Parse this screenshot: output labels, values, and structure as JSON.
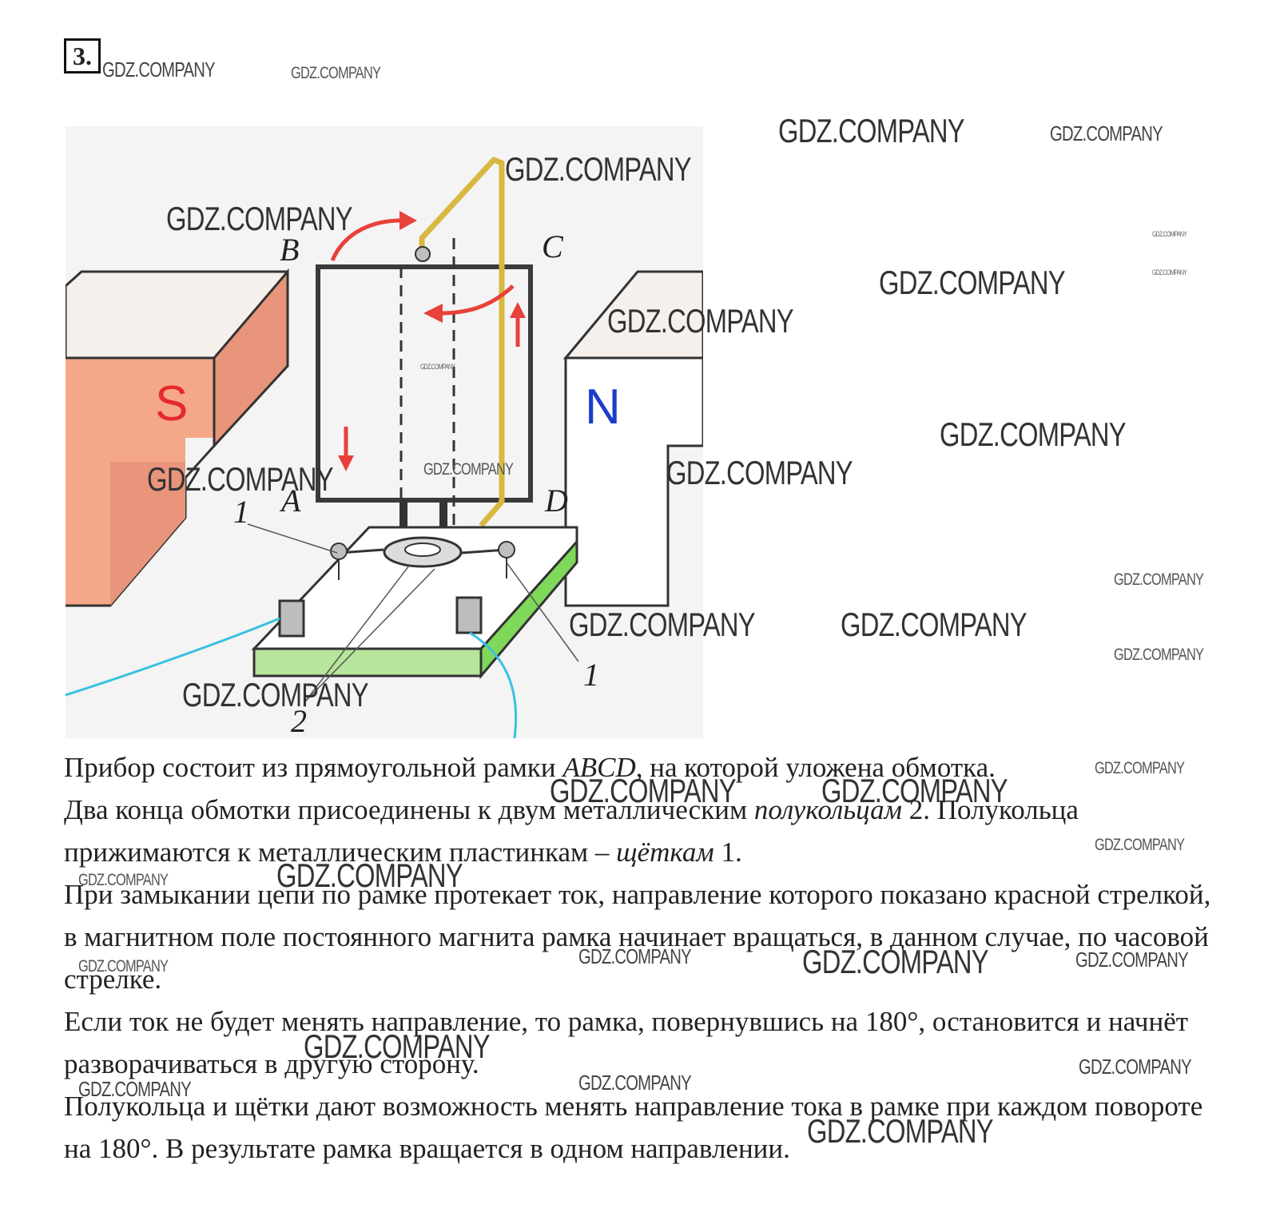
{
  "task_number": "3.",
  "watermark": "GDZ.COMPANY",
  "figure": {
    "labels": {
      "B": "B",
      "C": "C",
      "A": "A",
      "D": "D",
      "S": "S",
      "N": "N",
      "brush1a": "1",
      "brush1b": "1",
      "ring2": "2"
    },
    "colors": {
      "magnet_face": "#f4a889",
      "magnet_side": "#e8957b",
      "pole_S": "#e42a2a",
      "pole_N": "#1c3cc9",
      "arrow": "#e8413a",
      "wire": "#d8b840",
      "cable": "#36c2e0",
      "base_side": "#7fd85a"
    }
  },
  "paragraphs": [
    {
      "a": "Прибор состоит из прямоугольной рамки ",
      "em": "ABCD",
      "b": ", на которой уложена обмотка."
    },
    {
      "a": "Два конца обмотки присоединены к двум металлическим ",
      "em": "полукольцам",
      "b": " 2. Полукольца прижимаются к металлическим пластинкам – ",
      "em2": "щёткам",
      "c": " 1."
    },
    {
      "a": "При замыкании цепи по рамке протекает ток, направление которого показано красной стрелкой, в магнитном поле постоянного магнита рамка начинает вращаться, в данном случае, по часовой стрелке."
    },
    {
      "a": "Если ток не будет менять направление, то рамка, повернувшись на 180°, остановится и начнёт разворачиваться в другую сторону."
    },
    {
      "a": "Полукольца и щётки дают возможность менять направление тока в рамке при каждом повороте на 180°. В результате рамка вращается в одном направлении."
    }
  ]
}
